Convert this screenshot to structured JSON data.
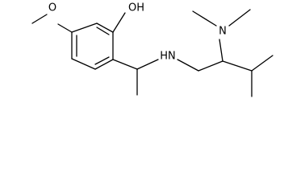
{
  "molecule": {
    "labels": {
      "hydroxyl": "OH",
      "methoxy_oxygen": "O",
      "amine_nh": "HN",
      "dimethylamino_n": "N"
    },
    "line_color": "#000000",
    "background": "#ffffff"
  }
}
